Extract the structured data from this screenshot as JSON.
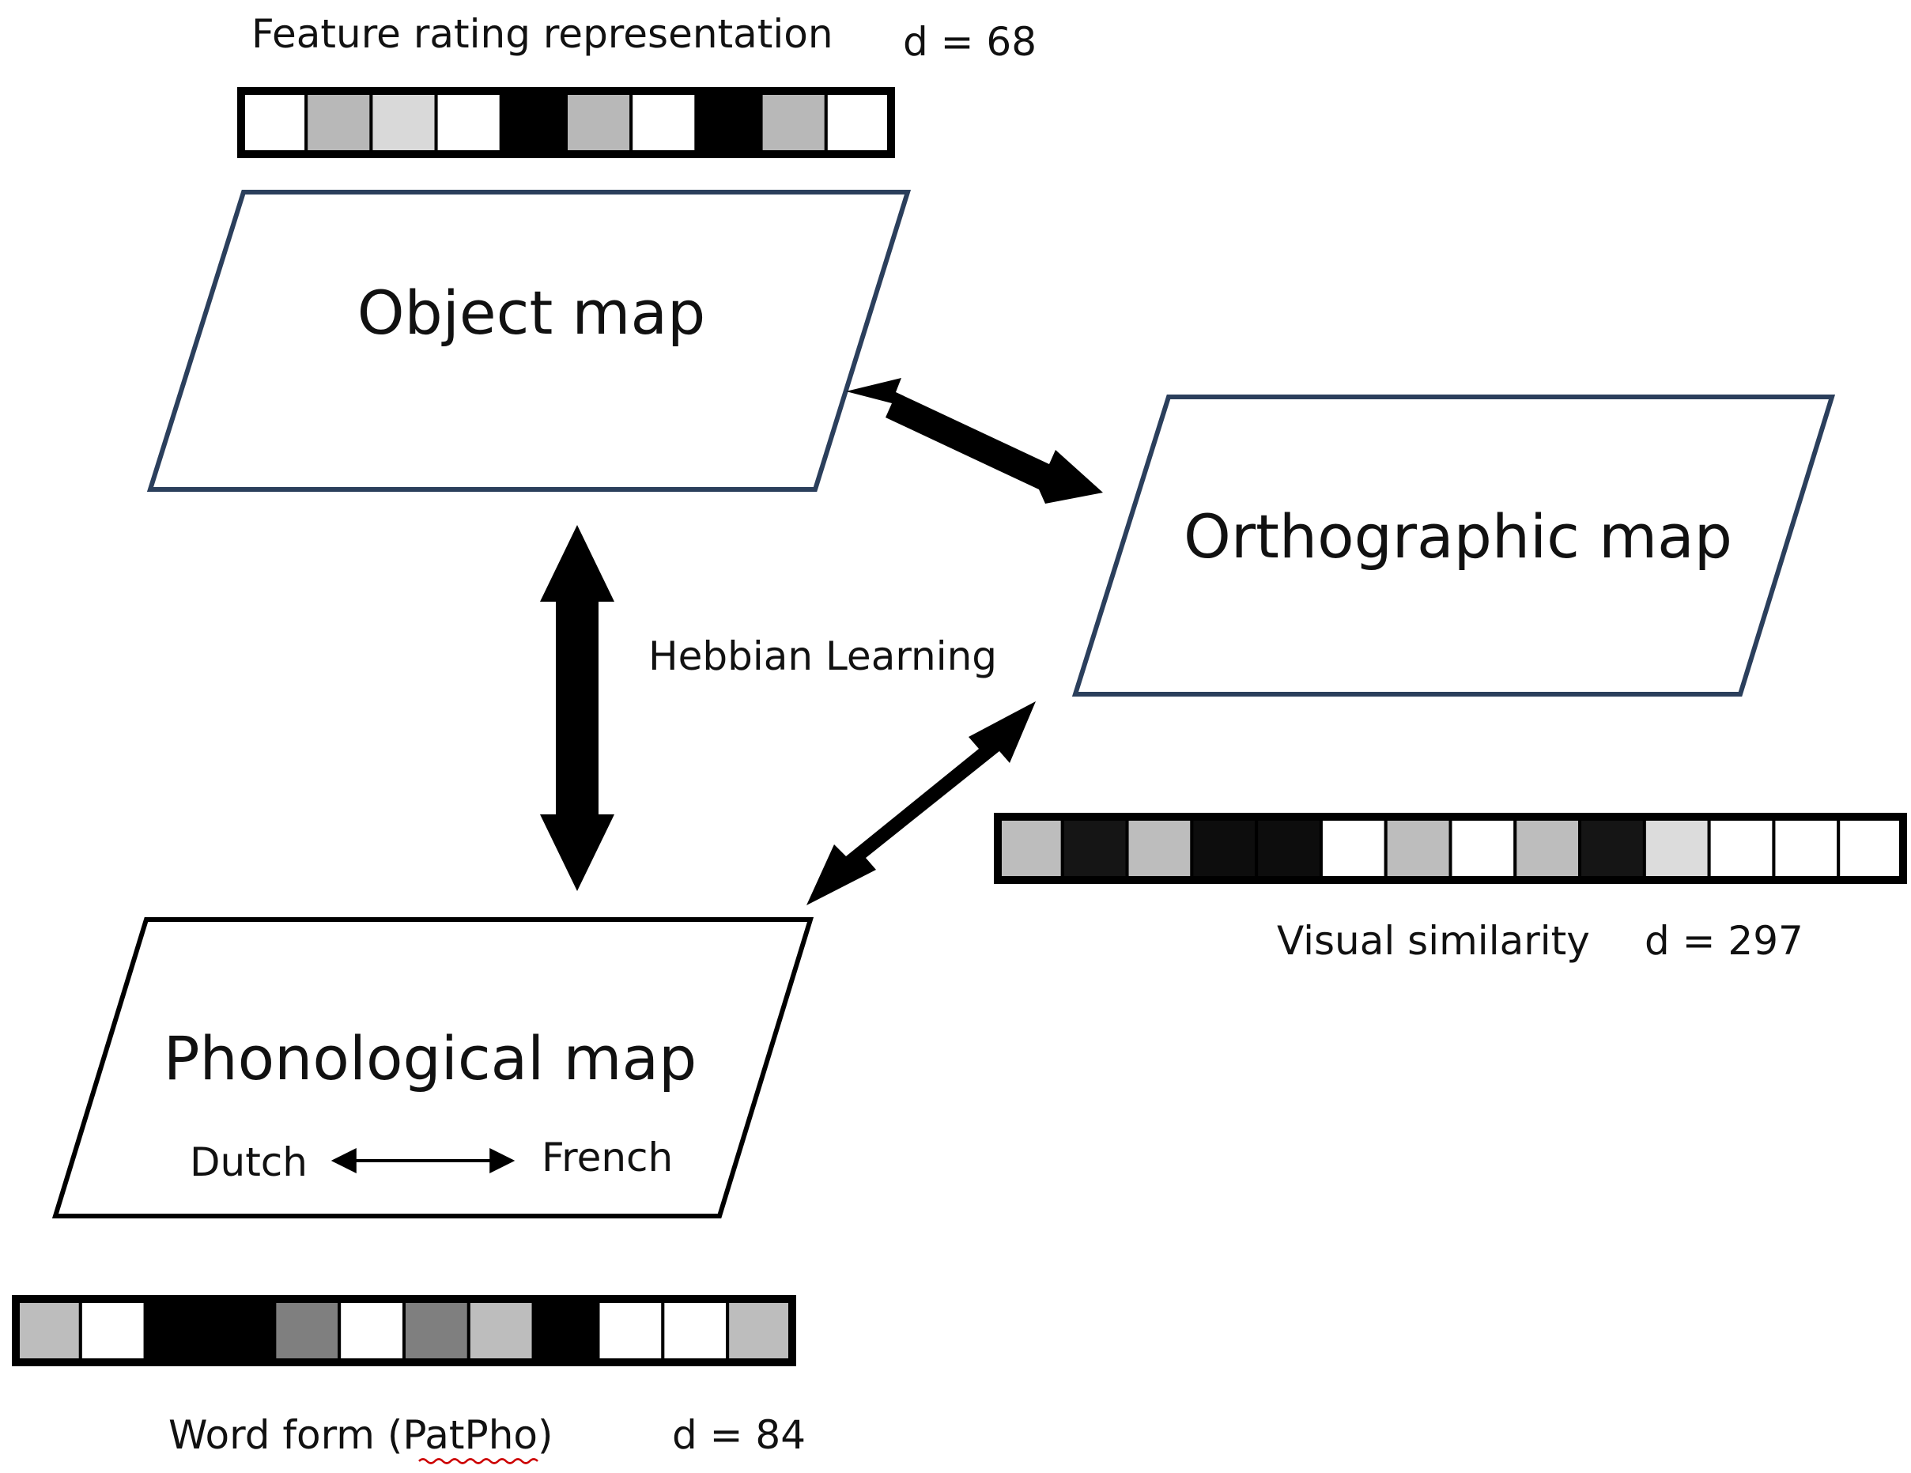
{
  "colors": {
    "map_border_dark_blue": "#2b3f5c",
    "map_border_black": "#000000",
    "arrow": "#000000"
  },
  "maps": {
    "object": {
      "label": "Object map"
    },
    "orthographic": {
      "label": "Orthographic map"
    },
    "phonological": {
      "label": "Phonological map",
      "left_language": "Dutch",
      "right_language": "French"
    }
  },
  "vectors": {
    "feature": {
      "label": "Feature rating representation",
      "dimension": "d = 68",
      "cells": [
        "#ffffff",
        "#b8b8b8",
        "#d9d9d9",
        "#ffffff",
        "#000000",
        "#b8b8b8",
        "#ffffff",
        "#000000",
        "#b8b8b8",
        "#ffffff"
      ]
    },
    "visual": {
      "label": "Visual similarity",
      "dimension": "d = 297",
      "cells": [
        "#bdbdbd",
        "#151515",
        "#bdbdbd",
        "#0d0d0d",
        "#0d0d0d",
        "#ffffff",
        "#bdbdbd",
        "#ffffff",
        "#bdbdbd",
        "#151515",
        "#dcdcdc",
        "#ffffff",
        "#ffffff",
        "#ffffff"
      ]
    },
    "wordform": {
      "label_prefix": "Word form (",
      "label_underlined": "PatPho",
      "label_suffix": ")",
      "dimension": "d = 84",
      "cells": [
        "#bdbdbd",
        "#ffffff",
        "#000000",
        "#000000",
        "#7f7f7f",
        "#ffffff",
        "#7f7f7f",
        "#bdbdbd",
        "#000000",
        "#ffffff",
        "#ffffff",
        "#bdbdbd"
      ]
    }
  },
  "learning_label": "Hebbian Learning"
}
